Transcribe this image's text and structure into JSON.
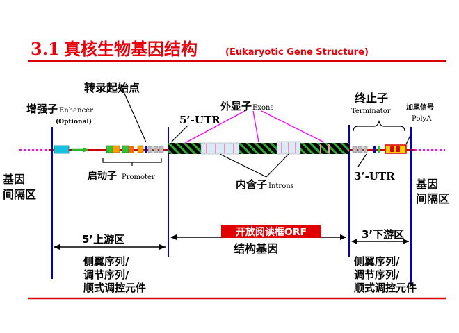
{
  "title": {
    "num": "3.1",
    "cn": "真核生物基因结构",
    "en": "(Eukaryotic Gene Structure)"
  },
  "colors": {
    "title_red": "#e8000b",
    "rule_red": "#d40000",
    "blue": "#0000cc",
    "magenta": "#ff00ff",
    "enhancer": "#19c3e0",
    "arrow_green": "#2bb52b",
    "promoter_green": "#35c235",
    "promoter_orange": "#f5a000",
    "exon_green": "#2fa82f",
    "intron_fill": "#d6ecf8",
    "intron_stripe": "#ff8fb0",
    "orf_red": "#e00000",
    "terminator_yellow": "#ffd000"
  },
  "labels": {
    "enhancer_cn": "增强子",
    "enhancer_en": "Enhancer",
    "enhancer_opt": "(Optional)",
    "tss": "转录起始点",
    "utr5": "5’-UTR",
    "exons_cn": "外显子",
    "exons_en": "Exons",
    "terminator_cn": "终止子",
    "terminator_en": "Terminator",
    "polya_cn": "加尾信号",
    "polya_en": "PolyA",
    "intergenic_left_1": "基因",
    "intergenic_left_2": "间隔区",
    "intergenic_right_1": "基因",
    "intergenic_right_2": "间隔区",
    "promoter_cn": "启动子",
    "promoter_en": "Promoter",
    "introns_cn": "内含子",
    "introns_en": "Introns",
    "utr3": "3’-UTR",
    "upstream": "5’上游区",
    "orf": "开放阅读框ORF",
    "downstream": "3’下游区",
    "structural_gene": "结构基因",
    "flank_left_1": "侧翼序列/",
    "flank_left_2": "调节序列/",
    "flank_left_3": "顺式调控元件",
    "flank_right_1": "侧翼序列/",
    "flank_right_2": "调节序列/",
    "flank_right_3": "顺式调控元件"
  }
}
